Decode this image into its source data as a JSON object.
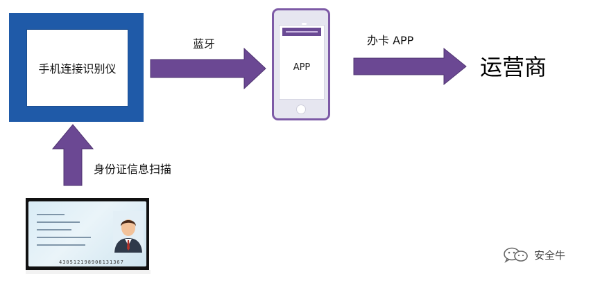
{
  "device": {
    "label": "手机连接识别仪"
  },
  "phone": {
    "app_label": "APP"
  },
  "arrows": {
    "bluetooth_label": "蓝牙",
    "card_label": "办卡 APP",
    "scan_label": "身份证信息扫描"
  },
  "operator": {
    "label": "运营商"
  },
  "id_card": {
    "number": "430512198908131367"
  },
  "watermark": {
    "text": "安全牛"
  },
  "colors": {
    "arrow": "#6b4893",
    "device_frame": "#1f5aa8",
    "phone_frame": "#7d5aa6"
  }
}
